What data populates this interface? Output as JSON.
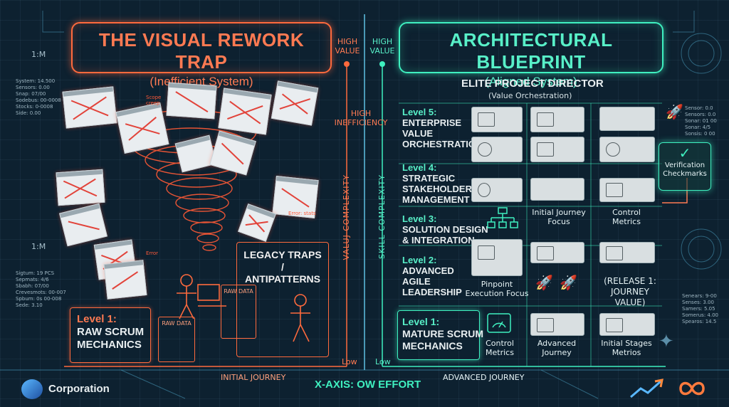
{
  "left": {
    "title": "THE VISUAL REWORK TRAP",
    "subtitle": "(Inefficient System)",
    "high_value": [
      "HIGH",
      "VALUE"
    ],
    "high_inefficiency": [
      "HIGH",
      "INEFFICIENCY"
    ],
    "y_axis": "VALUJ COMPLEXITY",
    "low": "Low",
    "legacy": [
      "LEGACY TRAPS /",
      "ANTIPATTERNS"
    ],
    "raw_data_1": "RAW DATA",
    "raw_data_2": "RAW DATA",
    "level1": [
      "Level 1:",
      "RAW SCRUM",
      "MECHANICS"
    ],
    "scribbles": [
      "Scope",
      "creep",
      "Error",
      "Error",
      "Error: stats"
    ],
    "x_axis": "INITIAL JOURNEY",
    "scale_top": "1:M",
    "scale_bottom": "1:M",
    "notes_top": [
      "System: 14.500",
      "Sensors: 0.00",
      "Snap: 07/00",
      "Sodebus: 00-0008",
      "Stocks: 0-0008",
      "Side: 0.00"
    ],
    "notes_bottom": [
      "Sigtum: 19 PCS",
      "Sepmats: 4/6",
      "Sbabh: 07/00",
      "Crevesmots: 00-007",
      "Spbum: 0s 00-008",
      "Sede: 3.10"
    ]
  },
  "right": {
    "title": "ARCHITECTURAL BLUEPRINT",
    "subtitle": "(Aligned System)",
    "high_value": [
      "HIGH",
      "VALUE"
    ],
    "y_axis": "SKILL COMPLEXITY",
    "low": "Low",
    "director": "ELITE PROJECT DIRECTOR",
    "director_sub": "(Value Orchestration)",
    "levels": [
      [
        "Level 5:",
        "ENTERPRISE",
        "VALUE",
        "ORCHESTRATION"
      ],
      [
        "Level 4:",
        "STRATEGIC",
        "STAKEHOLDER",
        "MANAGEMENT"
      ],
      [
        "Level 3:",
        "SOLUTION DESIGN",
        "& INTEGRATION"
      ],
      [
        "Level 2:",
        "ADVANCED",
        "AGILE",
        "LEADERSHIP"
      ],
      [
        "Level 1:",
        "MATURE SCRUM",
        "MECHANICS"
      ]
    ],
    "captions": {
      "initial_journey_focus": [
        "Initial Journey",
        "Focus"
      ],
      "control_metrics_top": [
        "Control",
        "Metrics"
      ],
      "pinpoint": [
        "Pinpoint",
        "Execution Focus"
      ],
      "release": [
        "(RELEASE 1:",
        "JOURNEY VALUE)"
      ],
      "control_metrics_bottom": [
        "Control",
        "Metrics"
      ],
      "advanced_journey": [
        "Advanced",
        "Journey"
      ],
      "initial_stages": [
        "Initial Stages",
        "Metrios"
      ]
    },
    "verification": [
      "Verification",
      "Checkmarks"
    ],
    "x_axis": "ADVANCED JOURNEY",
    "notes_top": [
      "Sensor: 0.0",
      "Sensors: 0.0",
      "Sonar: 01 00",
      "Sonar: 4/5",
      "Sonsis: 0 00"
    ],
    "notes_bottom": [
      "Senears: 9-00",
      "Senses: 3.00",
      "Samers: 5.05",
      "Somerus: 4.00",
      "Spearos: 14.5"
    ]
  },
  "footer": {
    "logo_text": "Corporation",
    "x_axis": "X-AXIS: OW EFFORT"
  },
  "colors": {
    "background": "#0d2130",
    "left_accent": "#ff6a3d",
    "right_accent": "#3ff0c0"
  }
}
